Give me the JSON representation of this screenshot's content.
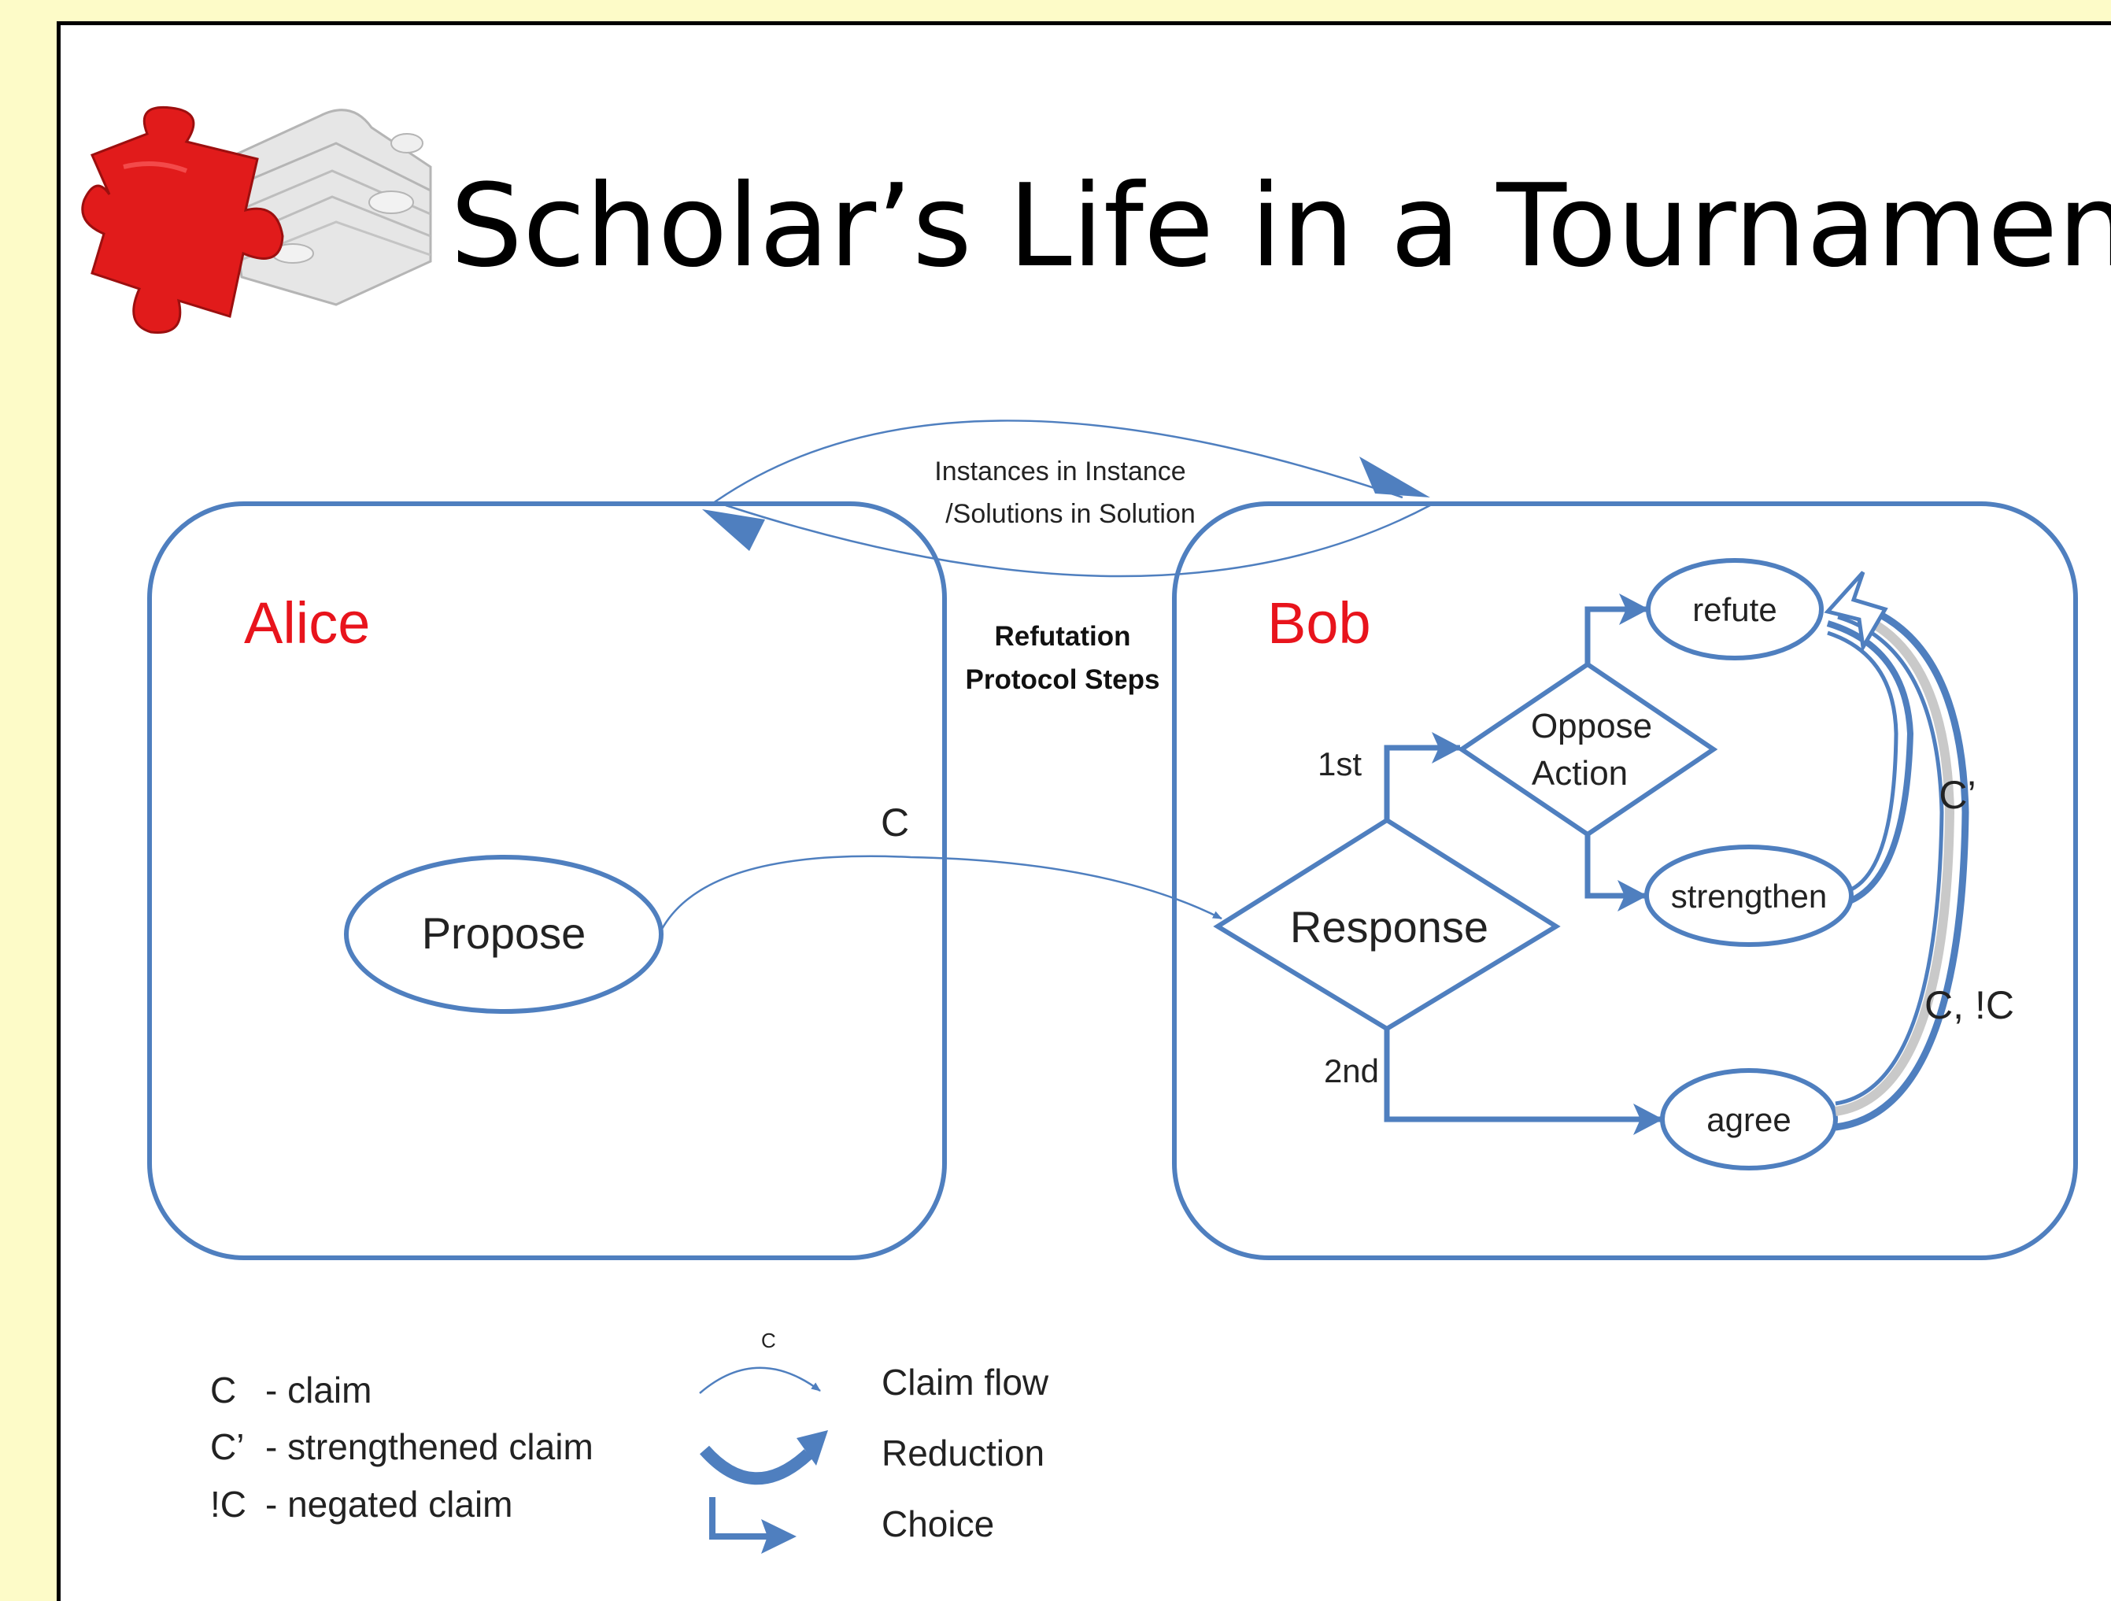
{
  "title": "Scholar’s Life in a Tournament",
  "colors": {
    "background": "#fdfbc8",
    "slide": "#ffffff",
    "stroke": "#4f7fbf",
    "party_label": "#e8141c",
    "puzzle_red": "#e11b1b",
    "puzzle_grey": "#dcdcdc"
  },
  "parties": {
    "alice": "Alice",
    "bob": "Bob"
  },
  "top_arrow": {
    "line1": "Instances in Instance",
    "line2": "/Solutions in Solution"
  },
  "protocol_label": {
    "line1": "Refutation",
    "line2": "Protocol Steps"
  },
  "nodes": {
    "propose": "Propose",
    "response": "Response",
    "oppose_line1": "Oppose",
    "oppose_line2": "Action",
    "refute": "refute",
    "strengthen": "strengthen",
    "agree": "agree"
  },
  "edge_labels": {
    "claim": "C",
    "first": "1st",
    "second": "2nd",
    "strengthened": "C’",
    "claim_or_negation": "C, !C"
  },
  "legend": {
    "definitions": [
      {
        "symbol": "C",
        "meaning": "- claim"
      },
      {
        "symbol": "C’",
        "meaning": "- strengthened claim"
      },
      {
        "symbol": "!C",
        "meaning": "- negated claim"
      }
    ],
    "arrow_label": "C",
    "arrow_types": {
      "claim_flow": "Claim flow",
      "reduction": "Reduction",
      "choice": "Choice"
    }
  }
}
